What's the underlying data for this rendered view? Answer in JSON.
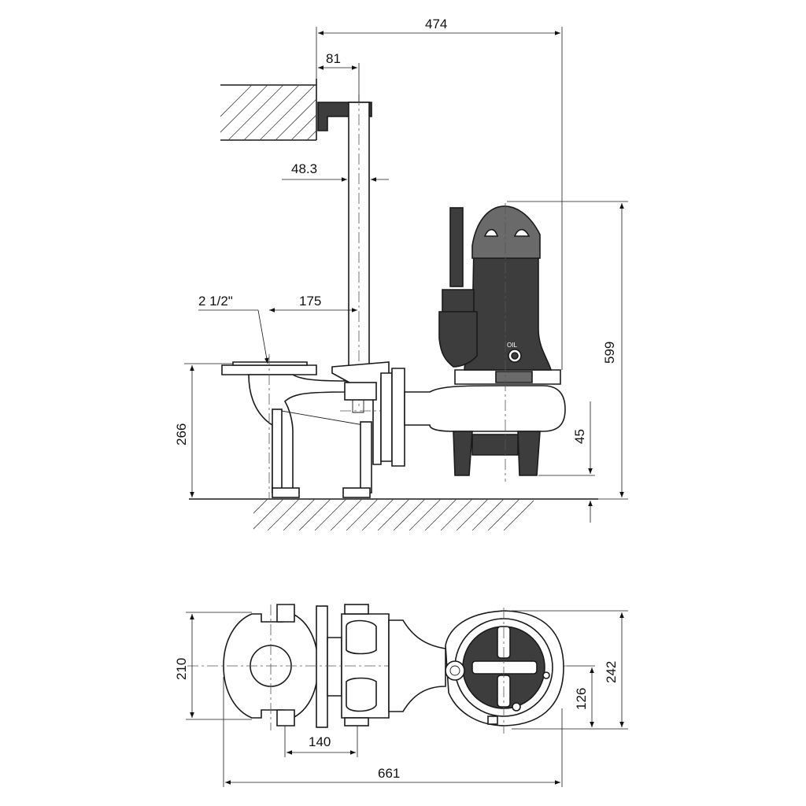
{
  "dimensions": {
    "overall_height_reach": "474",
    "rail_offset": "81",
    "guide_pipe_diameter": "48.3",
    "discharge_thread": "2 1/2\"",
    "outlet_to_rail": "175",
    "coupling_height": "266",
    "pump_height": "599",
    "base_clearance": "45",
    "base_width": "210",
    "pump_width": "242",
    "pump_center_offset": "126",
    "bolt_spacing": "140",
    "overall_length": "661"
  },
  "labels": {
    "oil_mark": "OIL"
  }
}
